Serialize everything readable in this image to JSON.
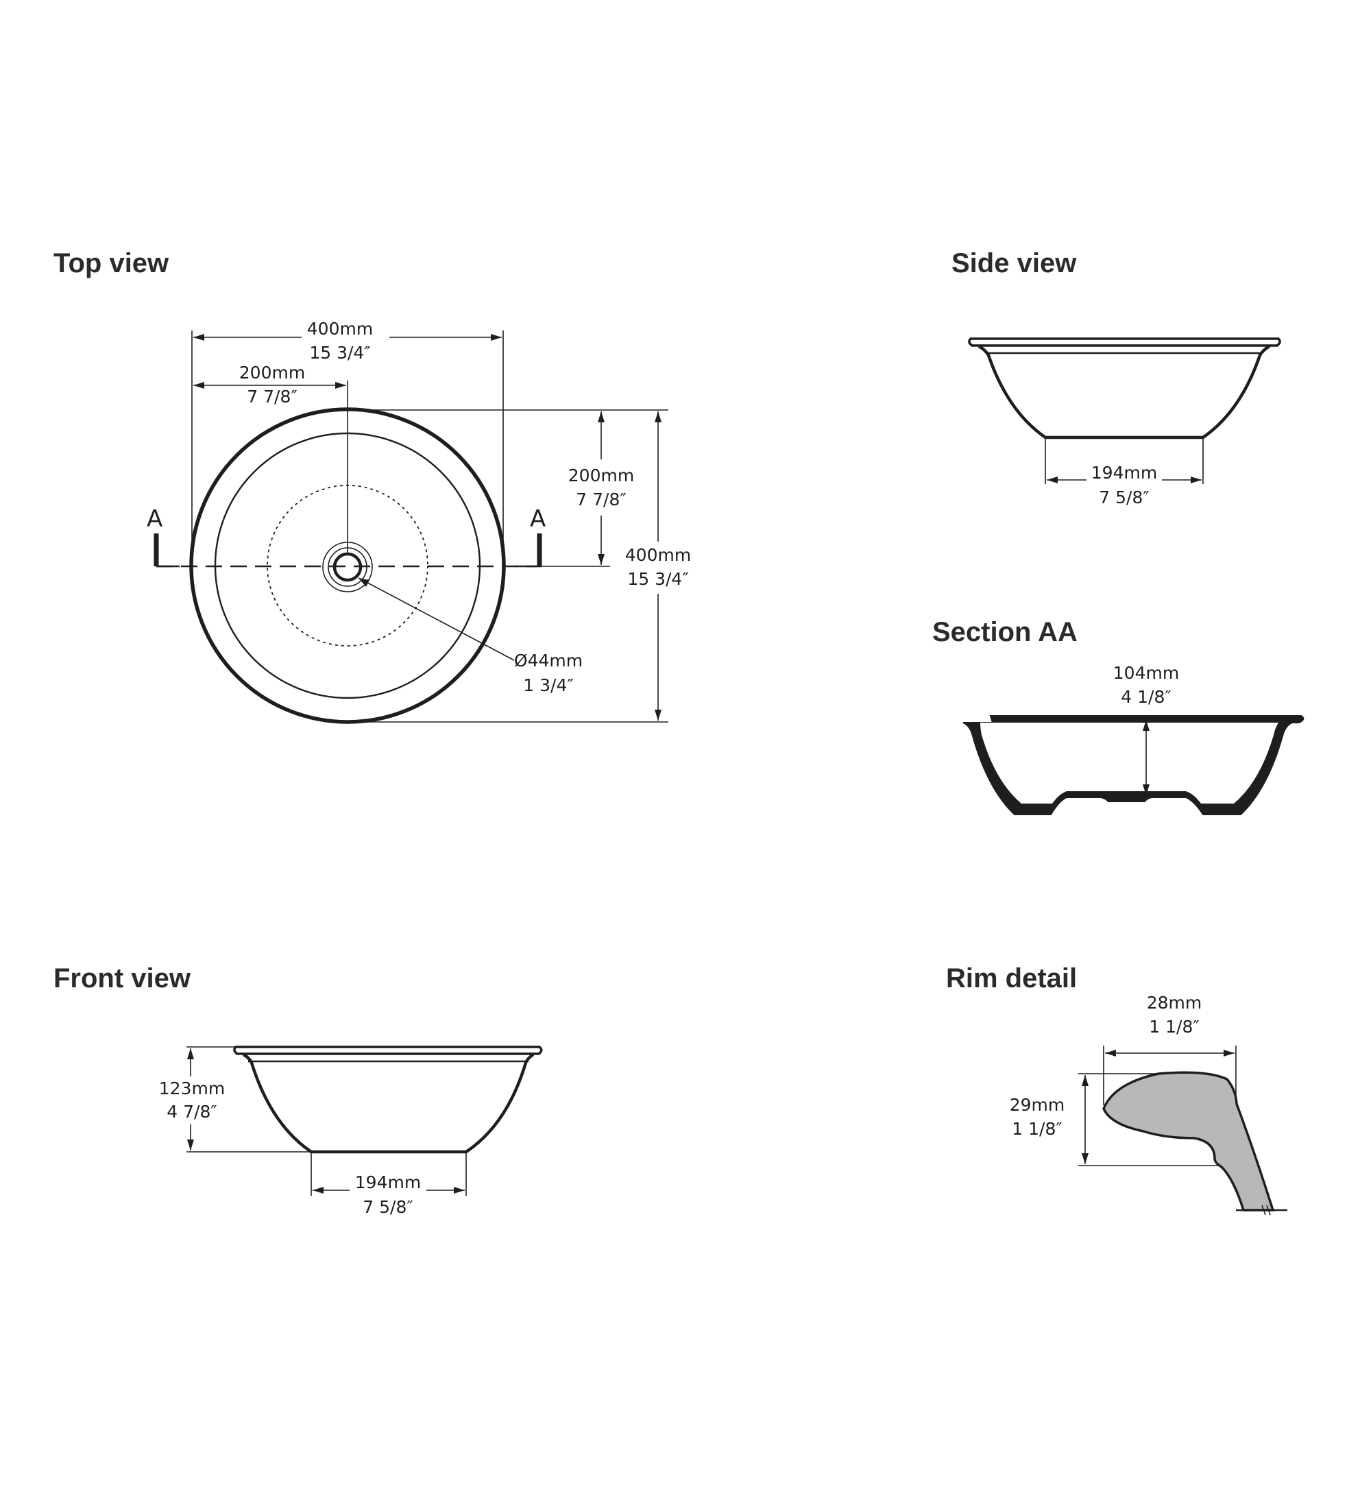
{
  "headings": {
    "top_view": "Top view",
    "side_view": "Side view",
    "section_aa": "Section AA",
    "front_view": "Front view",
    "rim_detail": "Rim detail"
  },
  "top_view": {
    "width_mm": "400mm",
    "width_in": "15 3/4″",
    "center_offset_mm": "200mm",
    "center_offset_in": "7 7/8″",
    "vertical_offset_mm": "200mm",
    "vertical_offset_in": "7 7/8″",
    "depth_mm": "400mm",
    "depth_in": "15 3/4″",
    "drain_mm": "Ø44mm",
    "drain_in": "1 3/4″",
    "section_marker_left": "A",
    "section_marker_right": "A"
  },
  "side_view": {
    "base_mm": "194mm",
    "base_in": "7 5/8″"
  },
  "section_aa": {
    "depth_mm": "104mm",
    "depth_in": "4 1/8″"
  },
  "front_view": {
    "height_mm": "123mm",
    "height_in": "4 7/8″",
    "base_mm": "194mm",
    "base_in": "7 5/8″"
  },
  "rim_detail": {
    "width_mm": "28mm",
    "width_in": "1 1/8″",
    "height_mm": "29mm",
    "height_in": "1 1/8″"
  },
  "colors": {
    "line": "#1e1e1e",
    "heading": "#2b2b2b",
    "section_fill": "#b8b8b8"
  }
}
